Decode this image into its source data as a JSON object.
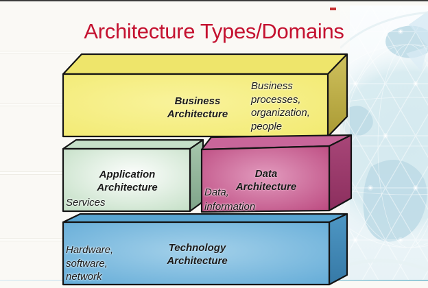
{
  "slide": {
    "title": "Architecture Types/Domains",
    "title_color": "#C41230"
  },
  "diagram": {
    "boxes": [
      {
        "id": "business-architecture",
        "title_lines": [
          "Business",
          "Architecture"
        ],
        "annotation_lines": [
          "Business",
          "processes,",
          "organization,",
          "people"
        ],
        "front_color": "#F4ED7A",
        "top_color": "#EEE56B",
        "side_color": "#BFB04A"
      },
      {
        "id": "application-architecture",
        "title_lines": [
          "Application",
          "Architecture"
        ],
        "annotation_lines": [
          "Services"
        ],
        "front_color": "#D9EBDA",
        "top_color": "#C6E0C9",
        "side_color": "#97B99E"
      },
      {
        "id": "data-architecture",
        "title_lines": [
          "Data",
          "Architecture"
        ],
        "annotation_lines": [
          "Data,",
          "information"
        ],
        "front_color": "#C85E92",
        "top_color": "#C8669A",
        "side_color": "#9C3D6D"
      },
      {
        "id": "technology-architecture",
        "title_lines": [
          "Technology",
          "Architecture"
        ],
        "annotation_lines": [
          "Hardware,",
          "software,",
          "network"
        ],
        "front_color": "#6FB3DC",
        "top_color": "#58A5D2",
        "side_color": "#4186B3"
      }
    ]
  },
  "decor": {
    "top_bar_color": "#3C3C3C",
    "accent_dash_color": "#C53030",
    "footer_line_color": "#A9D2DF",
    "globe_tint": "#D6EAF0"
  }
}
